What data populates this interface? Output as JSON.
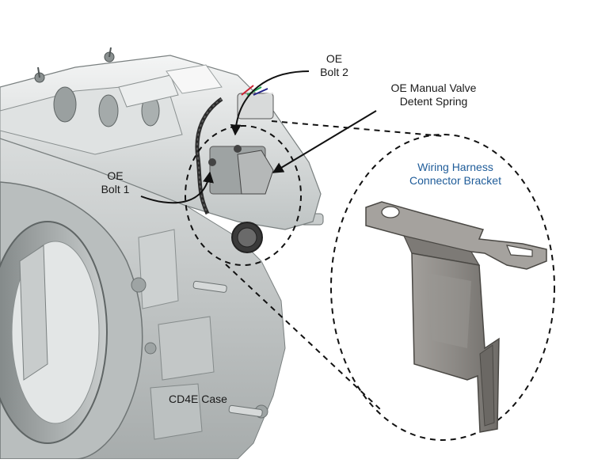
{
  "labels": {
    "oe_bolt_2": {
      "line1": "OE",
      "line2": "Bolt 2"
    },
    "oe_manual_valve": {
      "line1": "OE Manual Valve",
      "line2": "Detent Spring"
    },
    "oe_bolt_1": {
      "line1": "OE",
      "line2": "Bolt 1"
    },
    "bracket": {
      "line1": "Wiring Harness",
      "line2": "Connector Bracket"
    },
    "case": "CD4E Case"
  },
  "colors": {
    "callout_text": "#1a1a1a",
    "bracket_title": "#1f5c99",
    "casting_light": "#e4e6e6",
    "casting_mid": "#c4c8c8",
    "casting_dark": "#8e9494",
    "bracket_metal": "#8d8a86"
  }
}
